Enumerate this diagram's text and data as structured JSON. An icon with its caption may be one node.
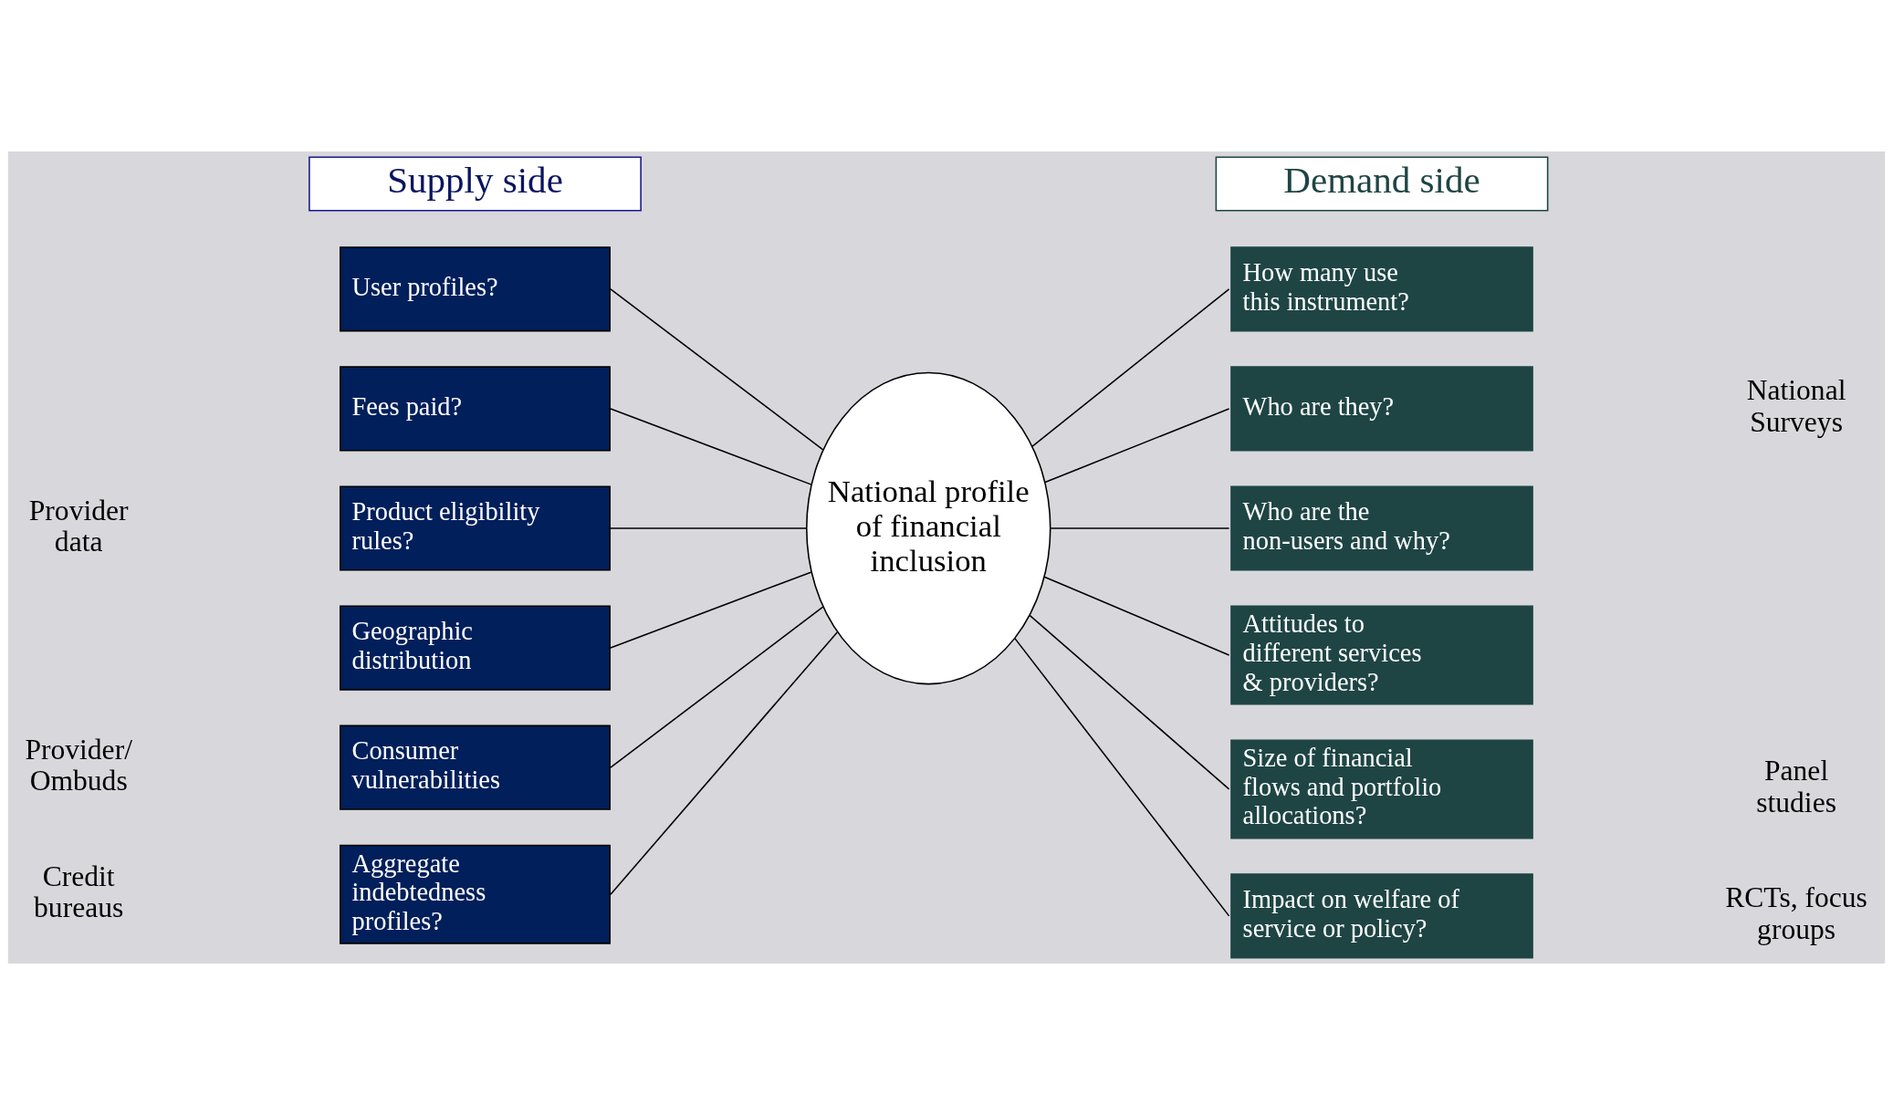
{
  "diagram": {
    "nodes": [
      {
        "text": [
          "Supply side"
        ]
      },
      {
        "text": [
          "Demand side"
        ]
      },
      {
        "text": [
          "User profiles?"
        ]
      },
      {
        "text": [
          "Fees paid?"
        ]
      },
      {
        "text": [
          "Product eligibility rules?"
        ]
      },
      {
        "text": [
          "Geographic distribution"
        ]
      },
      {
        "text": [
          "Consumer vulnerabilities"
        ]
      },
      {
        "text": [
          "Aggregate indebtedness profiles?"
        ]
      },
      {
        "text": [
          "National profile of financial inclusion"
        ]
      },
      {
        "text": [
          "How many use this instrument?"
        ]
      },
      {
        "text": [
          "Who are they?"
        ]
      },
      {
        "text": [
          "Who are the non-users and why?"
        ]
      },
      {
        "text": [
          "Attitudes to different services & providers?"
        ]
      },
      {
        "text": [
          "Size of financial flows and portfolio allocations?"
        ]
      },
      {
        "text": [
          "Impact on welfare of service or policy?"
        ]
      }
    ],
    "edges": [
      {
        "from": 2,
        "to": 8,
        "arrow": "none"
      },
      {
        "from": 3,
        "to": 8,
        "arrow": "none"
      },
      {
        "from": 4,
        "to": 8,
        "arrow": "none"
      },
      {
        "from": 5,
        "to": 8,
        "arrow": "none"
      },
      {
        "from": 6,
        "to": 8,
        "arrow": "none"
      },
      {
        "from": 7,
        "to": 8,
        "arrow": "none"
      },
      {
        "from": 8,
        "to": 9,
        "arrow": "none"
      },
      {
        "from": 8,
        "to": 10,
        "arrow": "none"
      },
      {
        "from": 8,
        "to": 11,
        "arrow": "none"
      },
      {
        "from": 8,
        "to": 12,
        "arrow": "none"
      },
      {
        "from": 8,
        "to": 13,
        "arrow": "none"
      },
      {
        "from": 8,
        "to": 14,
        "arrow": "none"
      }
    ],
    "labels": [
      "Provider data",
      "National Surveys",
      "Provider/ Ombuds",
      "Panel studies",
      "Credit bureaus",
      "RCTs, focus groups"
    ]
  }
}
